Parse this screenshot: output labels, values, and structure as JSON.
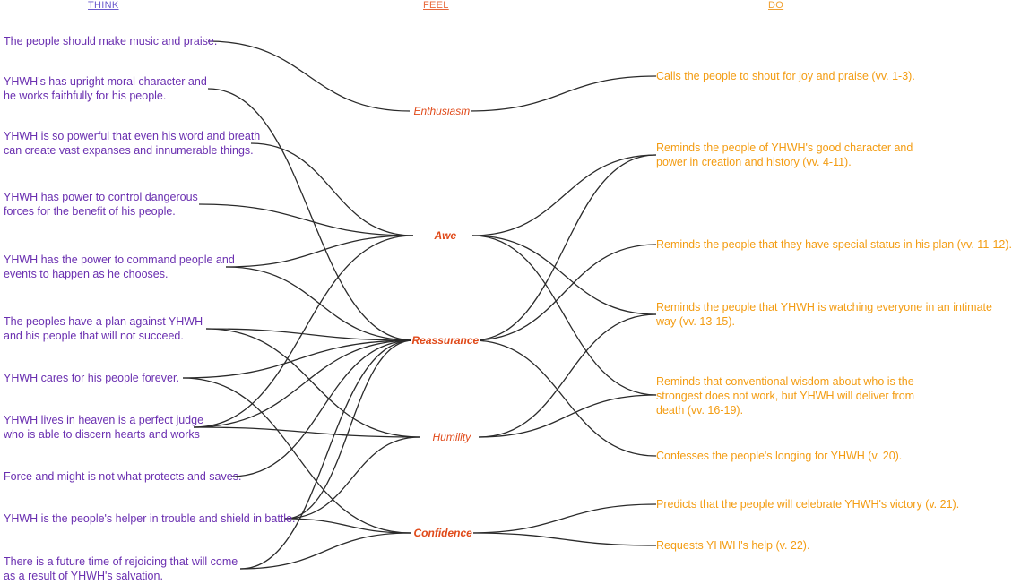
{
  "headers": {
    "think": "THINK",
    "feel": "FEEL",
    "do": "DO"
  },
  "think": [
    "The people should make music and praise.",
    "YHWH's has upright moral character and\nhe works faithfully for his people.",
    "YHWH is so powerful that even his word and breath\ncan create vast expanses and innumerable things.",
    "YHWH has power to control dangerous\nforces for the benefit of his people.",
    "YHWH has the power to command people and\nevents to happen as he chooses.",
    "The peoples have a plan against YHWH\nand his people that will not succeed.",
    "YHWH cares for his people forever.",
    "YHWH lives in heaven is a perfect judge\nwho is able to discern hearts and works",
    "Force and might is not what protects and saves.",
    "YHWH is the people's helper in trouble and shield in battle.",
    "There is a future time of rejoicing that will come\nas a result of YHWH's salvation."
  ],
  "feel": [
    "Enthusiasm",
    "Awe",
    "Reassurance",
    "Humility",
    "Confidence"
  ],
  "do": [
    "Calls the people to shout for joy and praise (vv. 1-3).",
    "Reminds the people of YHWH's good character and\npower in creation and history (vv. 4-11).",
    "Reminds the people that they have special status in his plan (vv. 11-12).",
    "Reminds the people that YHWH is watching everyone in an intimate\nway (vv. 13-15).",
    "Reminds that conventional wisdom about who is the\nstrongest does not work, but YHWH will deliver from\ndeath (vv. 16-19).",
    "Confesses the people's longing for YHWH (v. 20).",
    "Predicts that the people will celebrate YHWH's victory (v. 21).",
    "Requests YHWH's help (v. 22)."
  ],
  "colors": {
    "think_header": "#6a5acd",
    "feel_header": "#e8683a",
    "do_header": "#f0a030",
    "think_text": "#6a2fb0",
    "feel_text": "#e04a1a",
    "do_text": "#f39c12",
    "link": "#2a2a2a"
  }
}
